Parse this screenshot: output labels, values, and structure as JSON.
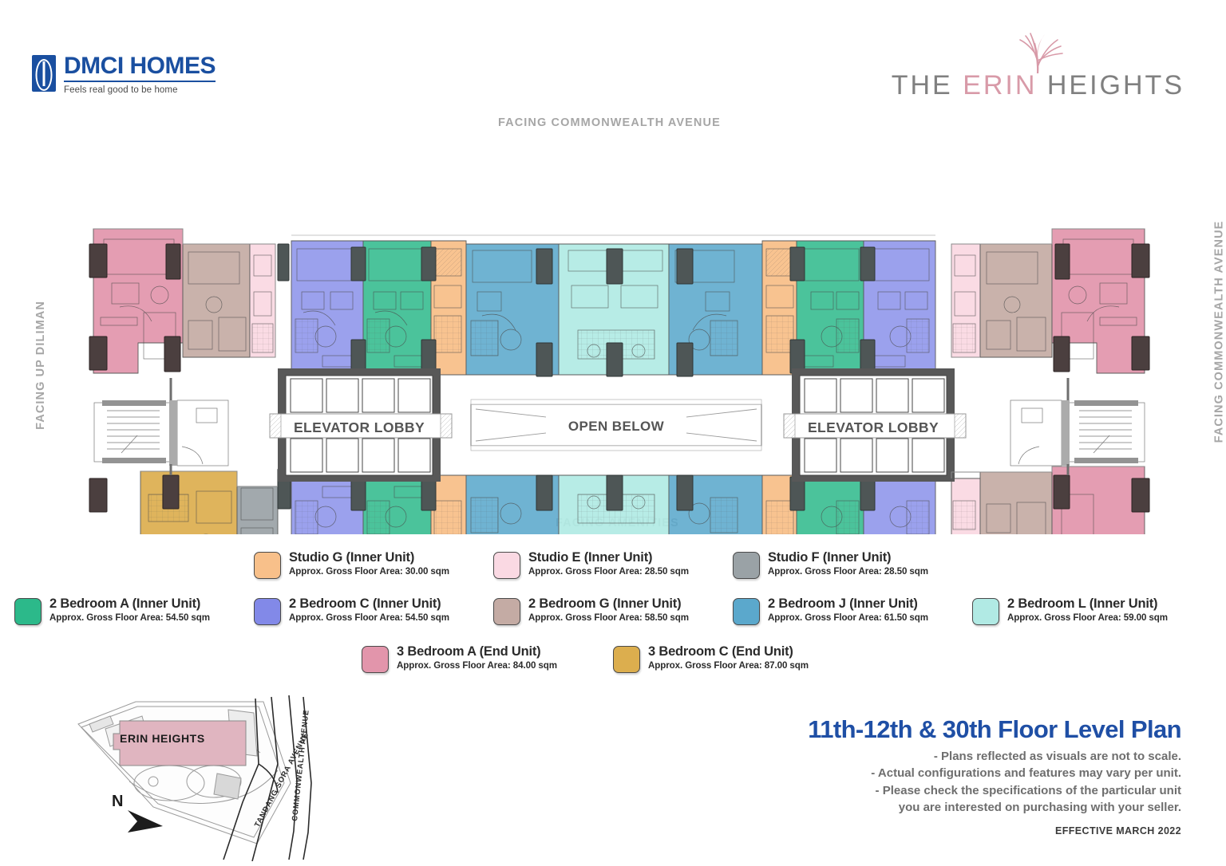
{
  "brand": {
    "dmci_name": "DMCI HOMES",
    "dmci_tagline": "Feels real good to be home",
    "project_the": "THE ",
    "project_erin": "ERIN",
    "project_heights": " HEIGHTS"
  },
  "plan": {
    "facing_top": "FACING COMMONWEALTH AVENUE",
    "facing_bottom": "FACING AMENITIES",
    "facing_left": "FACING UP DILIMAN",
    "facing_right": "FACING COMMONWEALTH AVENUE",
    "elevator_lobby_left": "ELEVATOR LOBBY",
    "elevator_lobby_right": "ELEVATOR LOBBY",
    "open_below": "OPEN BELOW"
  },
  "legend": {
    "rows": [
      [
        {
          "name": "Studio G (Inner Unit)",
          "area": "Approx. Gross Floor Area: 30.00 sqm",
          "color": "#f8c08a"
        },
        {
          "name": "Studio E (Inner Unit)",
          "area": "Approx. Gross Floor Area: 28.50 sqm",
          "color": "#fad9e3"
        },
        {
          "name": "Studio F (Inner Unit)",
          "area": "Approx. Gross Floor Area: 28.50 sqm",
          "color": "#9aa2a6"
        }
      ],
      [
        {
          "name": "2 Bedroom A (Inner Unit)",
          "area": "Approx. Gross Floor Area: 54.50 sqm",
          "color": "#2cb98a"
        },
        {
          "name": "2 Bedroom C (Inner Unit)",
          "area": "Approx. Gross Floor Area: 54.50 sqm",
          "color": "#8289e8"
        },
        {
          "name": "2 Bedroom G (Inner Unit)",
          "area": "Approx. Gross Floor Area: 58.50 sqm",
          "color": "#c4aba4"
        },
        {
          "name": "2 Bedroom J (Inner Unit)",
          "area": "Approx. Gross Floor Area: 61.50 sqm",
          "color": "#5ba8cc"
        },
        {
          "name": "2 Bedroom L (Inner Unit)",
          "area": "Approx. Gross Floor Area: 59.00 sqm",
          "color": "#b1eae4"
        }
      ],
      [
        {
          "name": "3 Bedroom A (End Unit)",
          "area": "Approx. Gross Floor Area: 84.00 sqm",
          "color": "#e295ab"
        },
        {
          "name": "3 Bedroom C (End Unit)",
          "area": "Approx. Gross Floor Area: 87.00 sqm",
          "color": "#dcae4e"
        }
      ]
    ]
  },
  "sitemap": {
    "project_block": "ERIN HEIGHTS",
    "north": "N",
    "road_tandang": "TANDANG SORA AVENUE",
    "road_commonwealth": "COMMONWEALTH  AVENUE"
  },
  "titleblock": {
    "title": "11th-12th & 30th Floor Level Plan",
    "notes": [
      "- Plans reflected as visuals are not to scale.",
      "- Actual configurations and features may vary per unit.",
      "- Please check the specifications of the particular unit",
      "you are interested on purchasing with your seller."
    ],
    "effective": "EFFECTIVE MARCH 2022"
  },
  "colors": {
    "brand_blue": "#1a4fa0",
    "title_blue": "#1f4fa5",
    "erin_pink": "#d89aa8",
    "label_gray": "#a6a6a6"
  }
}
